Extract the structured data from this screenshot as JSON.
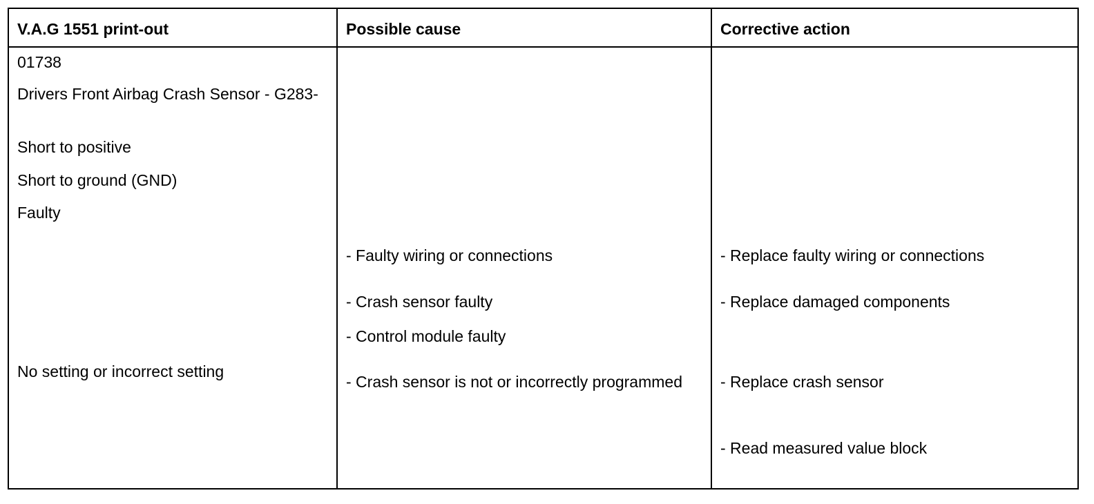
{
  "table": {
    "headers": {
      "col1": "V.A.G 1551 print-out",
      "col2": "Possible cause",
      "col3": "Corrective action"
    },
    "printout": {
      "fault_code": "01738",
      "component": "Drivers Front Airbag Crash Sensor - G283-",
      "symptom_1": "Short to positive",
      "symptom_2": "Short to ground (GND)",
      "symptom_3": "Faulty",
      "symptom_4": "No setting or incorrect setting"
    },
    "causes": {
      "cause_1": "- Faulty wiring or connections",
      "cause_2": "- Crash sensor faulty",
      "cause_3": "- Control module faulty",
      "cause_4": "- Crash sensor is not or incorrectly programmed"
    },
    "actions": {
      "action_1": "- Replace faulty wiring or connections",
      "action_2": "- Replace damaged components",
      "action_3": "- Replace crash sensor",
      "action_4": "- Read measured value block"
    }
  }
}
